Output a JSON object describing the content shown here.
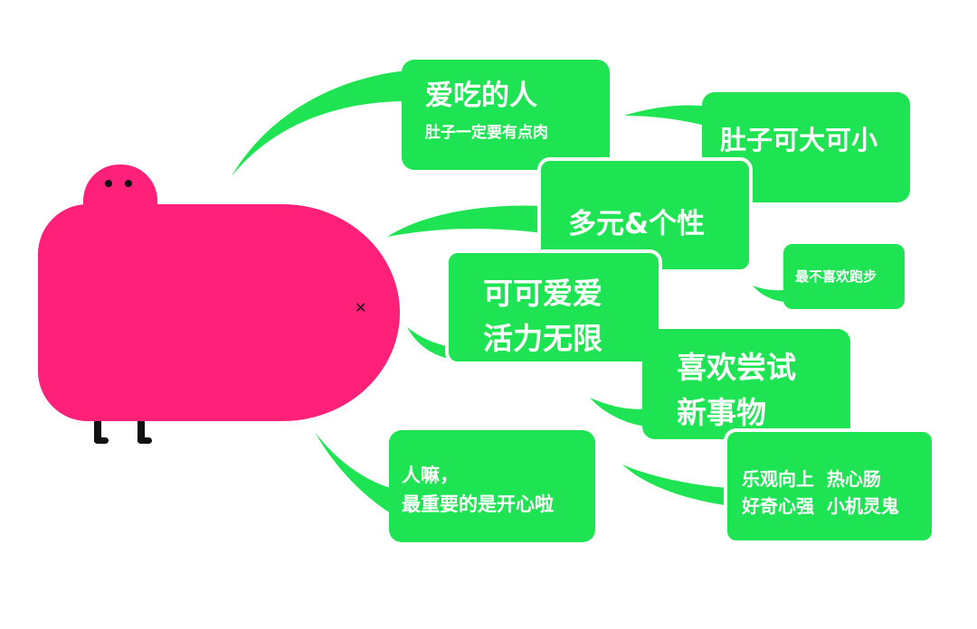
{
  "bubbles": {
    "foodie": {
      "title": "爱吃的人",
      "subtitle": "肚子一定要有点肉"
    },
    "belly": {
      "text": "肚子可大可小"
    },
    "diverse": {
      "text": "多元&个性"
    },
    "running": {
      "text": "最不喜欢跑步"
    },
    "cute": {
      "line1": "可可爱爱",
      "line2": "活力无限"
    },
    "newthings": {
      "line1": "喜欢尝试",
      "line2": "新事物"
    },
    "happy": {
      "line1": "人嘛，",
      "line2": "最重要的是开心啦"
    },
    "traits": {
      "line1": "乐观向上  热心肠",
      "line2": "好奇心强  小机灵鬼"
    }
  },
  "colors": {
    "bubble": "#1ee352",
    "creature": "#ff2079",
    "ink": "#111111"
  },
  "icons": [
    "pink-creature-figure",
    "x-mark"
  ]
}
